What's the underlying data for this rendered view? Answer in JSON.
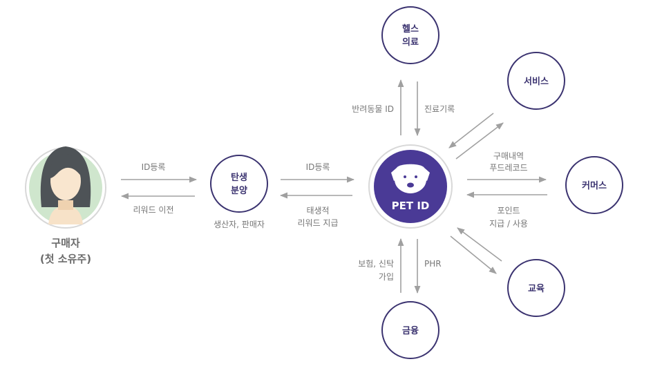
{
  "buyer": {
    "line1": "구매자",
    "line2": "(첫 소유주)"
  },
  "breeder": {
    "line1": "탄생",
    "line2": "분양",
    "caption": "생산자, 판매자"
  },
  "hub": {
    "label": "PET ID"
  },
  "nodes": {
    "health": {
      "line1": "헬스",
      "line2": "의료"
    },
    "service": {
      "label": "서비스"
    },
    "commerce": {
      "label": "커머스"
    },
    "education": {
      "label": "교육"
    },
    "finance": {
      "label": "금융"
    }
  },
  "edges": {
    "buyer_to_breeder": "ID등록",
    "breeder_to_buyer": "리워드 이전",
    "breeder_to_hub": "ID등록",
    "hub_to_breeder_1": "태생적",
    "hub_to_breeder_2": "리워드 지급",
    "hub_to_health": "반려동물 ID",
    "health_to_hub": "진료기록",
    "hub_to_commerce_1": "구매내역",
    "hub_to_commerce_2": "푸드레코드",
    "commerce_to_hub_1": "포인트",
    "commerce_to_hub_2": "지급 / 사용",
    "hub_to_finance": "PHR",
    "finance_to_hub_1": "보험, 신탁",
    "finance_to_hub_2": "가입"
  },
  "colors": {
    "accent": "#4a3a96",
    "ring": "#3b3370",
    "arrow": "#a0a0a0"
  }
}
